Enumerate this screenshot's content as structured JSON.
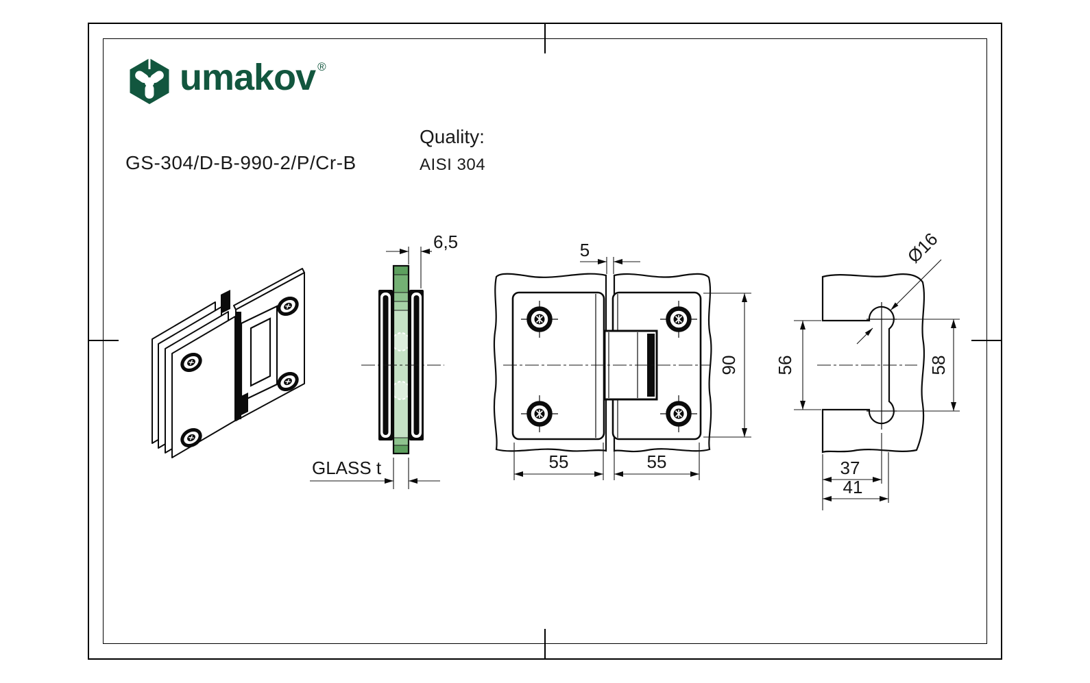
{
  "header": {
    "brand": "umakov",
    "registered": "®",
    "product_code": "GS-304/D-B-990-2/P/Cr-B",
    "quality_label": "Quality:",
    "quality_value": "AISI 304"
  },
  "colors": {
    "brand_green": "#12563e",
    "glass_green": "#a8d5a5",
    "glass_edge_green": "#79b57a",
    "line_black": "#0b0b0b"
  },
  "dimensions": {
    "side_view": {
      "offset": "6,5",
      "glass_thickness_label": "GLASS t"
    },
    "front_view": {
      "glass_gap": "5",
      "plate_height": "90",
      "plate_width_left": "55",
      "plate_width_right": "55"
    },
    "hole_view": {
      "hole_diameter": "Ø16",
      "cutout_height": "56",
      "hole_spacing": "58",
      "hole_center_offset": "37",
      "cutout_depth": "41"
    }
  }
}
